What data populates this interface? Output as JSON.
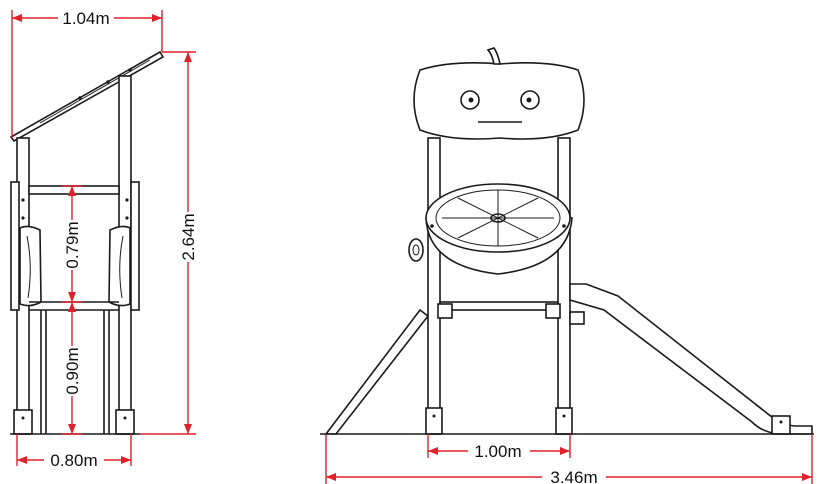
{
  "dimensions": {
    "side_top_width": "1.04m",
    "side_total_height": "2.64m",
    "side_upper_height": "0.79m",
    "side_lower_height": "0.90m",
    "side_base_width": "0.80m",
    "front_post_spacing": "1.00m",
    "front_total_length": "3.46m"
  },
  "colors": {
    "dimension_line": "#e0202a",
    "outline": "#1a1a1a",
    "background": "#ffffff"
  }
}
